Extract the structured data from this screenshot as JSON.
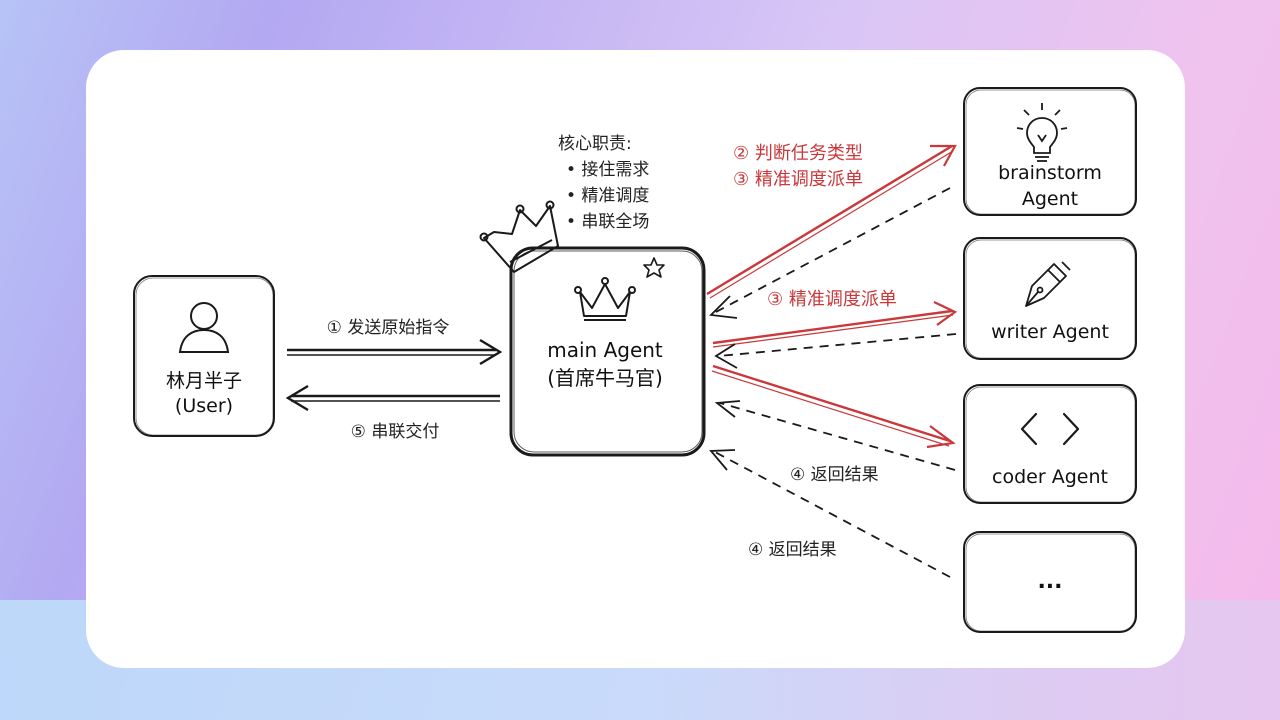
{
  "user_node": {
    "name": "林月半子",
    "role": "(User)"
  },
  "main_node": {
    "name": "main Agent",
    "role": "(首席牛马官)"
  },
  "duties": {
    "title": "核心职责:",
    "items": [
      "• 接住需求",
      "• 精准调度",
      "• 串联全场"
    ]
  },
  "agents": [
    {
      "label_line1": "brainstorm",
      "label_line2": "Agent",
      "icon": "lightbulb-icon"
    },
    {
      "label_line1": "writer Agent",
      "label_line2": "",
      "icon": "pen-nib-icon"
    },
    {
      "label_line1": "coder Agent",
      "label_line2": "",
      "icon": "code-brackets-icon"
    },
    {
      "label_line1": "...",
      "label_line2": "",
      "icon": ""
    }
  ],
  "edge_labels": {
    "send": "① 发送原始指令",
    "deliver": "⑤ 串联交付",
    "judge": "② 判断任务类型",
    "dispatch_top": "③ 精准调度派单",
    "dispatch_mid": "③ 精准调度派单",
    "return_upper": "④ 返回结果",
    "return_lower": "④ 返回结果"
  },
  "colors": {
    "red_arrow": "#c9383a",
    "black_line": "#1a1a1a"
  }
}
